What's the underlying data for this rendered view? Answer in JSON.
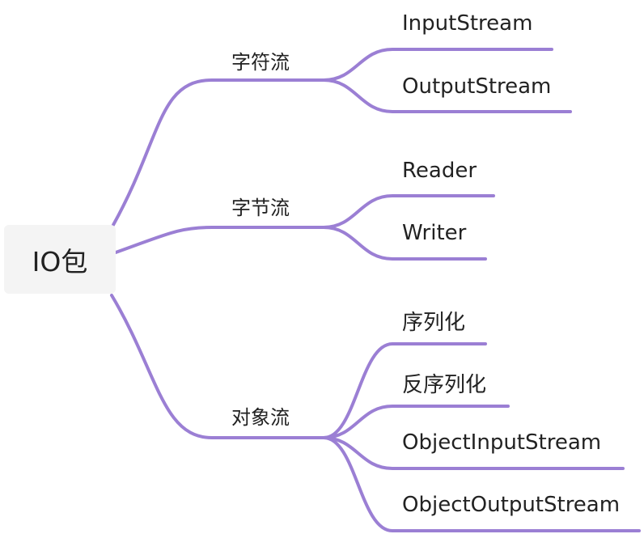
{
  "mindmap": {
    "root": {
      "label": "IO包"
    },
    "branches": [
      {
        "label": "字符流",
        "children": [
          {
            "label": "InputStream"
          },
          {
            "label": "OutputStream"
          }
        ]
      },
      {
        "label": "字节流",
        "children": [
          {
            "label": "Reader"
          },
          {
            "label": "Writer"
          }
        ]
      },
      {
        "label": "对象流",
        "children": [
          {
            "label": "序列化"
          },
          {
            "label": "反序列化"
          },
          {
            "label": "ObjectInputStream"
          },
          {
            "label": "ObjectOutputStream"
          }
        ]
      }
    ],
    "colors": {
      "connector": "#9b7fd4",
      "root_bg": "#f4f4f4",
      "text": "#222222"
    }
  }
}
